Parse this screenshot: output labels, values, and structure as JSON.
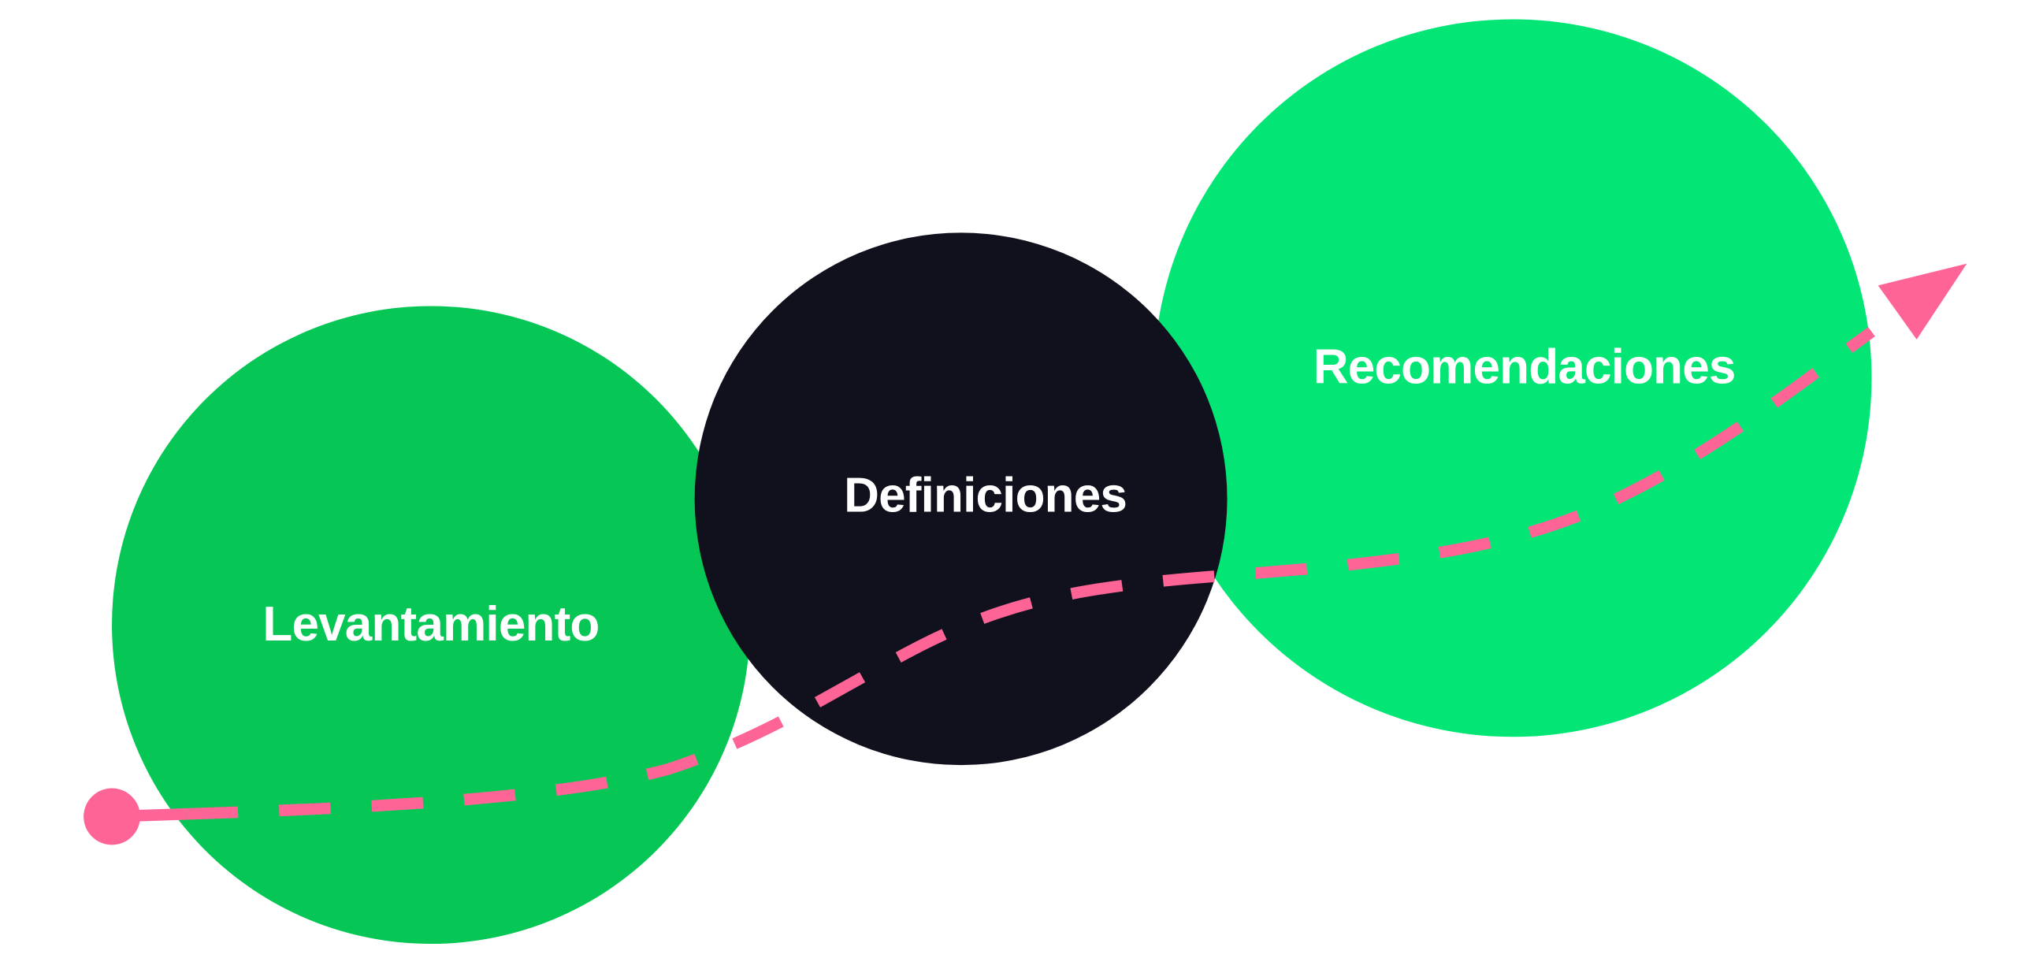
{
  "stages": [
    {
      "label": "Levantamiento",
      "color": "#06C755"
    },
    {
      "label": "Definiciones",
      "color": "#10111D"
    },
    {
      "label": "Recomendaciones",
      "color": "#03E676"
    }
  ],
  "path_color": "#FF6496"
}
